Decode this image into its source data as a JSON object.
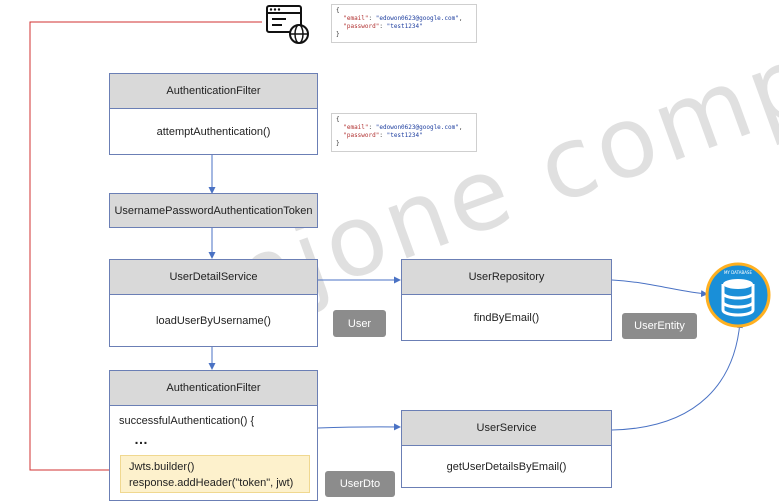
{
  "json_payload_top": {
    "email_key": "\"email\"",
    "email_val": "\"edowon0623@google.com\"",
    "password_key": "\"password\"",
    "password_val": "\"test1234\""
  },
  "json_payload_mid": {
    "email_key": "\"email\"",
    "email_val": "\"edowon0623@google.com\"",
    "password_key": "\"password\"",
    "password_val": "\"test1234\""
  },
  "auth_filter_1": {
    "title": "AuthenticationFilter",
    "method": "attemptAuthentication()"
  },
  "token_box": {
    "title": "UsernamePasswordAuthenticationToken"
  },
  "user_detail_service": {
    "title": "UserDetailService",
    "method": "loadUserByUsername()"
  },
  "user_repository": {
    "title": "UserRepository",
    "method": "findByEmail()"
  },
  "auth_filter_2": {
    "title": "AuthenticationFilter",
    "method": "successfulAuthentication() {",
    "ellipsis": "…",
    "code_line1": "Jwts.builder()",
    "code_line2": "response.addHeader(\"token\", jwt)"
  },
  "user_service": {
    "title": "UserService",
    "method": "getUserDetailsByEmail()"
  },
  "tags": {
    "user": "User",
    "user_entity": "UserEntity",
    "user_dto": "UserDto"
  },
  "database": {
    "label": "MY DATABASE"
  },
  "watermark": "njone compo",
  "colors": {
    "box_border": "#6b7fb5",
    "header_fill": "#d9d9d9",
    "arrow": "#4a72c4",
    "return_line": "#d03030",
    "tag_fill": "#8c8c8c",
    "code_highlight": "#fdf1cc"
  }
}
